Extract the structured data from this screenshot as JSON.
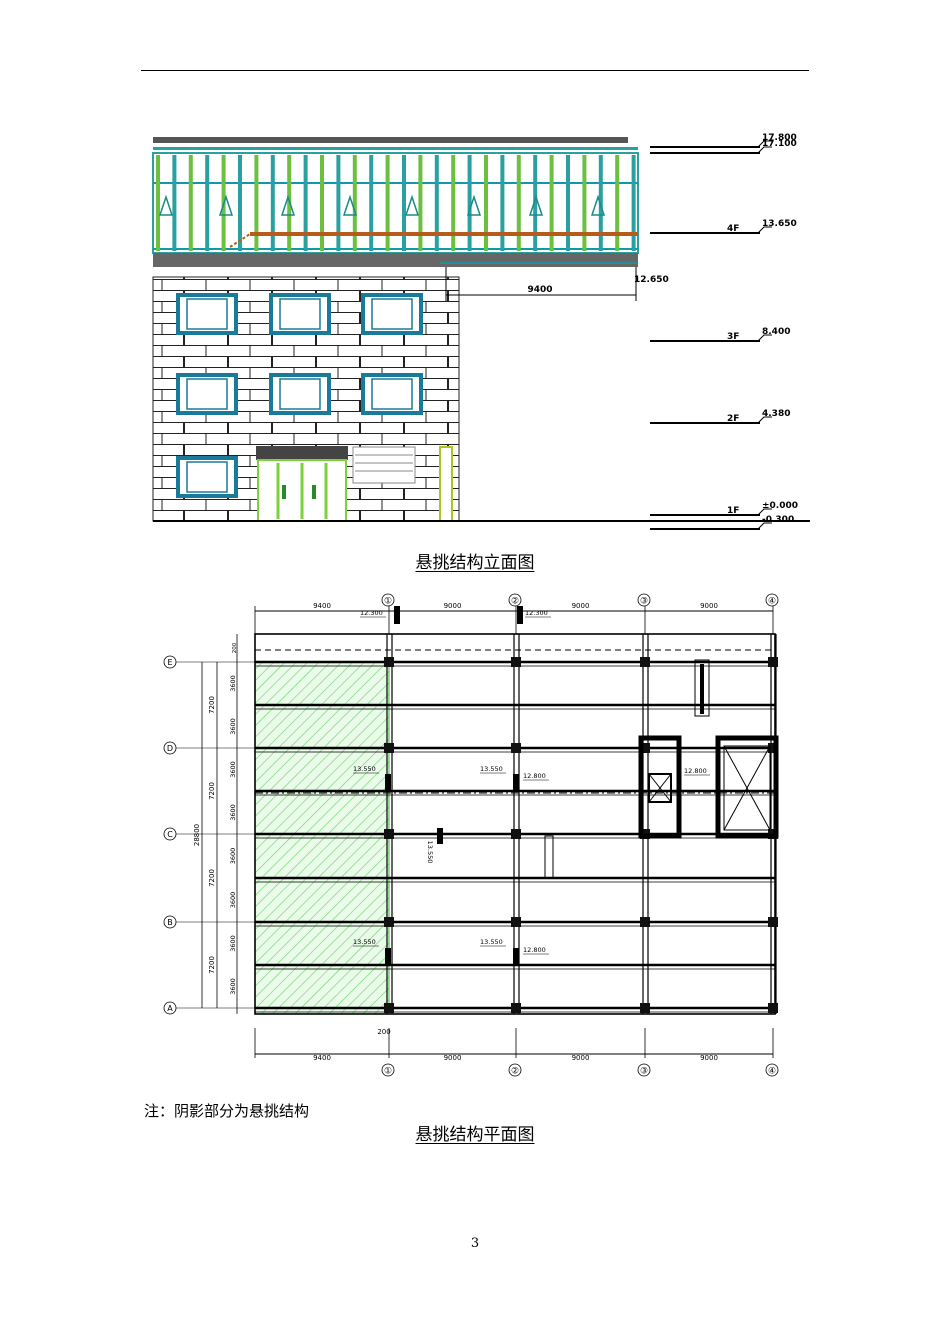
{
  "elevation": {
    "levels": [
      {
        "floor": "",
        "elev": "17.800"
      },
      {
        "floor": "",
        "elev": "17.100"
      },
      {
        "floor": "4F",
        "elev": "13.650"
      },
      {
        "floor": "",
        "elev": "12.650"
      },
      {
        "floor": "3F",
        "elev": "8.400"
      },
      {
        "floor": "2F",
        "elev": "4.380"
      },
      {
        "floor": "1F",
        "elev": "±0.000"
      },
      {
        "floor": "",
        "elev": "-0.300"
      }
    ],
    "cantilever_dim": "9400",
    "caption": "悬挑结构立面图"
  },
  "plan": {
    "top_dims": [
      "9400",
      "9000",
      "9000",
      "9000"
    ],
    "bottom_dims": [
      "9400",
      "9000",
      "9000",
      "9000"
    ],
    "col_axes": [
      "①",
      "②",
      "③",
      "④"
    ],
    "row_axes": [
      "E",
      "D",
      "C",
      "B",
      "A"
    ],
    "bay_dims": [
      "7200",
      "7200",
      "7200",
      "7200"
    ],
    "sub_dims": [
      "3600",
      "3600",
      "3600",
      "3600",
      "3600",
      "3600",
      "3600",
      "3600"
    ],
    "total_dim": "28800",
    "edge_dim": "200",
    "edge_dim_bottom": "200",
    "elev_labels": {
      "top1": "12.300",
      "top2": "12.300",
      "d1": "13.550",
      "d2": "13.550",
      "d3": "12.800",
      "core": "12.800",
      "c_vert": "13.550",
      "b1": "13.550",
      "b2": "13.550",
      "b3": "12.800"
    },
    "note": "注：阴影部分为悬挑结构",
    "caption": "悬挑结构平面图"
  },
  "page_number": "3"
}
